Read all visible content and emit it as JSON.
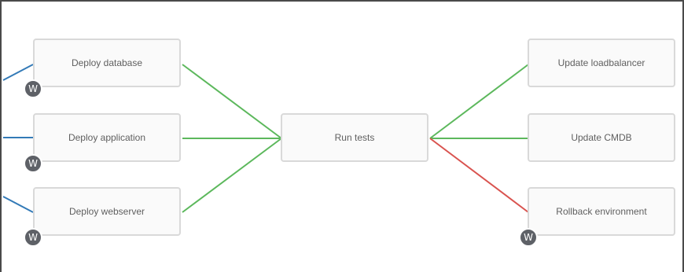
{
  "workflow": {
    "nodes": {
      "deploy_database": {
        "label": "Deploy database",
        "badge": "W"
      },
      "deploy_application": {
        "label": "Deploy application",
        "badge": "W"
      },
      "deploy_webserver": {
        "label": "Deploy webserver",
        "badge": "W"
      },
      "run_tests": {
        "label": "Run tests"
      },
      "update_loadbalancer": {
        "label": "Update loadbalancer"
      },
      "update_cmdb": {
        "label": "Update CMDB"
      },
      "rollback_environment": {
        "label": "Rollback environment",
        "badge": "W"
      }
    },
    "link_colors": {
      "always": "#337ab7",
      "success": "#5cb85c",
      "failure": "#d9534f"
    }
  }
}
